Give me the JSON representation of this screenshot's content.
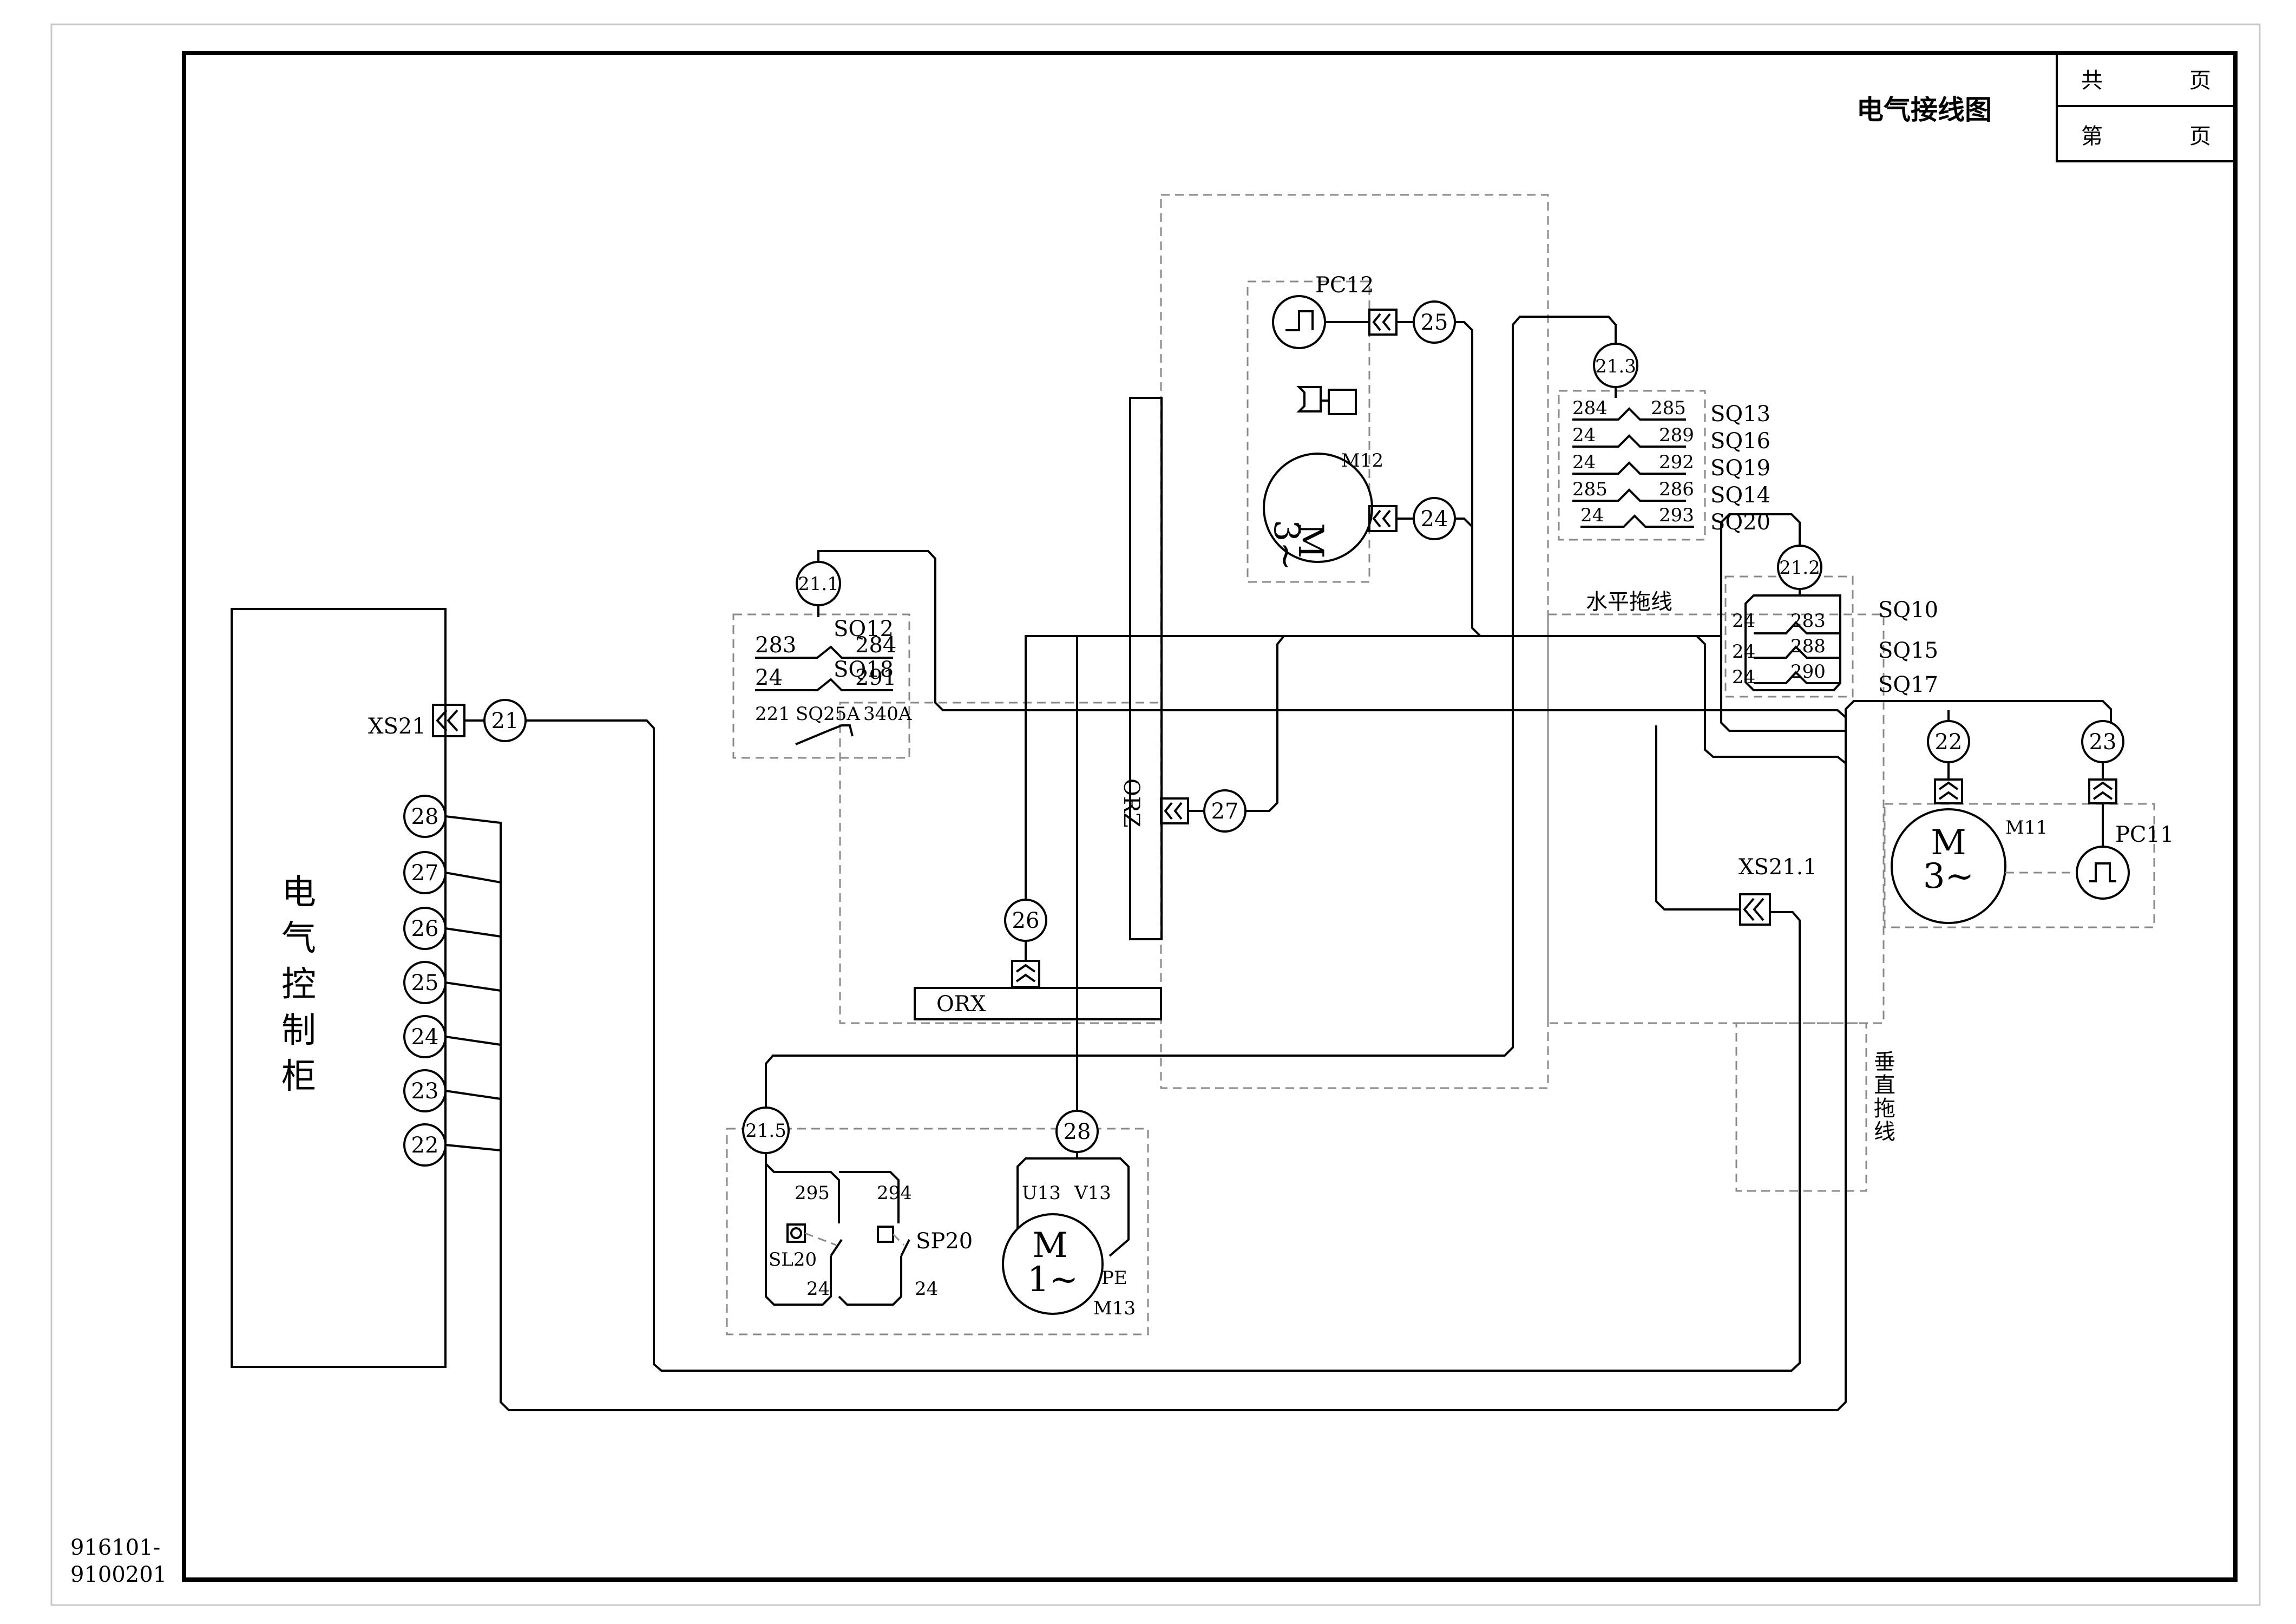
{
  "title_block": {
    "title": "电气接线图",
    "total_label_a": "共",
    "total_label_b": "页",
    "sheet_label_a": "第",
    "sheet_label_b": "页"
  },
  "drawing_number": {
    "line1": "916101-",
    "line2": "9100201"
  },
  "cabinet": {
    "chars": [
      "电",
      "气",
      "控",
      "制",
      "柜"
    ],
    "connector": "XS21",
    "plug": "21",
    "terminals": [
      "28",
      "27",
      "26",
      "25",
      "24",
      "23",
      "22"
    ]
  },
  "rails": {
    "vertical": "ORZ",
    "horizontal": "ORX"
  },
  "switch_group_1": {
    "node": "21.1",
    "rows": [
      {
        "name": "SQ12",
        "left": "283",
        "right": "284"
      },
      {
        "name": "SQ18",
        "left": "24",
        "right": "291"
      },
      {
        "name": "SQ25A",
        "left": "221",
        "right": "340A"
      }
    ]
  },
  "plugs": {
    "p25": "25",
    "p24": "24",
    "p27": "27",
    "p26": "26",
    "p22": "22",
    "p23": "23"
  },
  "motor_m12": {
    "encoder": "PC12",
    "symbol": "M",
    "phase": "3~",
    "name": "M12"
  },
  "switch_group_3": {
    "node": "21.3",
    "rows": [
      {
        "name": "SQ13",
        "left": "284",
        "right": "285"
      },
      {
        "name": "SQ16",
        "left": "24",
        "right": "289"
      },
      {
        "name": "SQ19",
        "left": "24",
        "right": "292"
      },
      {
        "name": "SQ14",
        "left": "285",
        "right": "286"
      },
      {
        "name": "SQ20",
        "left": "24",
        "right": "293"
      }
    ]
  },
  "switch_group_2": {
    "node": "21.2",
    "rows": [
      {
        "name": "SQ10",
        "left": "24",
        "right": "283"
      },
      {
        "name": "SQ15",
        "left": "24",
        "right": "288"
      },
      {
        "name": "SQ17",
        "left": "24",
        "right": "290"
      }
    ]
  },
  "drag_labels": {
    "horizontal": "水平拖线",
    "vertical": [
      "垂",
      "直",
      "拖",
      "线"
    ]
  },
  "connector_xs211": "XS21.1",
  "motor_m11": {
    "symbol": "M",
    "phase": "3~",
    "name": "M11",
    "encoder": "PC11"
  },
  "group_5": {
    "node": "21.5",
    "t295": "295",
    "t294": "294",
    "sl20": "SL20",
    "sp20": "SP20",
    "t24a": "24",
    "t24b": "24"
  },
  "motor_m13": {
    "node": "28",
    "u": "U13",
    "v": "V13",
    "symbol": "M",
    "phase": "1~",
    "pe": "PE",
    "name": "M13"
  }
}
